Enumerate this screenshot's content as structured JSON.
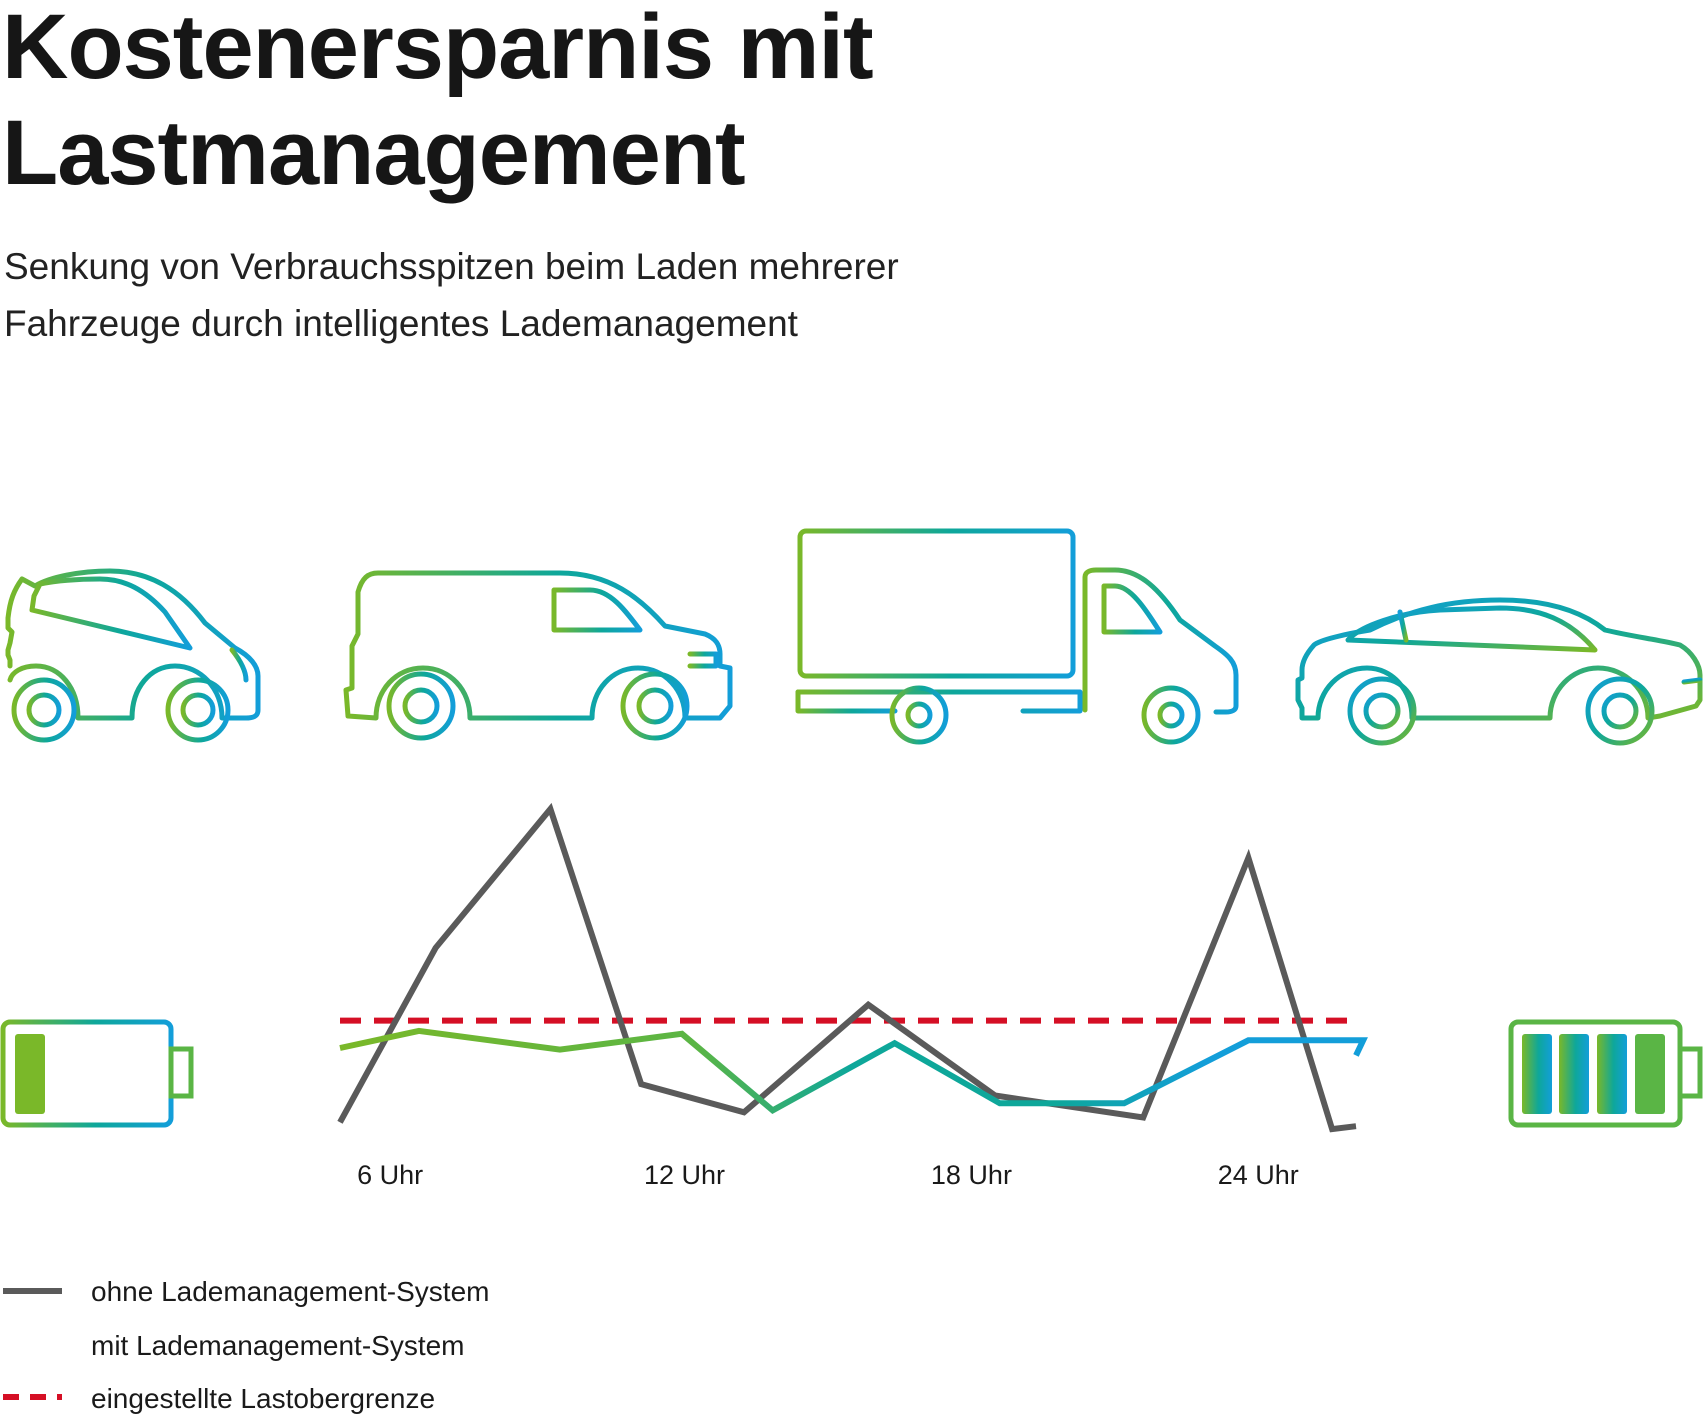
{
  "header": {
    "title_line1": "Kostenersparnis mit",
    "title_line2": "Lastmanagement",
    "subtitle_line1": "Senkung von Verbrauchsspitzen beim Laden mehrerer",
    "subtitle_line2": "Fahrzeuge durch intelligentes Lademanagement"
  },
  "icons": [
    "small-car-icon",
    "van-icon",
    "truck-icon",
    "sedan-icon",
    "battery-low-icon",
    "battery-full-icon"
  ],
  "colors": {
    "grey_line": "#5a5a5a",
    "green": "#7ab829",
    "teal": "#0ea79a",
    "blue": "#139ed9",
    "red_limit": "#d50f25"
  },
  "legend": [
    {
      "label": "ohne Lademanagement-System",
      "style": "solid-grey"
    },
    {
      "label": "mit Lademanagement-System",
      "style": "solid-gradient"
    },
    {
      "label": "eingestellte Lastobergrenze",
      "style": "dashed-red"
    }
  ],
  "chart_data": {
    "type": "line",
    "title": "",
    "xlabel": "",
    "ylabel": "",
    "x_ticks": [
      {
        "x": 6,
        "label": "6 Uhr"
      },
      {
        "x": 12,
        "label": "12 Uhr"
      },
      {
        "x": 18,
        "label": "18 Uhr"
      },
      {
        "x": 24,
        "label": "24 Uhr"
      }
    ],
    "xlim": [
      5.6,
      26.85
    ],
    "ylim": [
      0,
      100
    ],
    "grid": false,
    "legend_position": "bottom-left",
    "limit_line": {
      "name": "eingestellte Lastobergrenze",
      "y": 34.5
    },
    "series": [
      {
        "name": "ohne Lademanagement-System",
        "points": [
          [
            5.6,
            3.0
          ],
          [
            7.6,
            57.0
          ],
          [
            10.0,
            100.0
          ],
          [
            11.9,
            14.8
          ],
          [
            14.05,
            6.1
          ],
          [
            16.65,
            39.4
          ],
          [
            19.3,
            11.3
          ],
          [
            22.4,
            4.5
          ],
          [
            24.6,
            84.9
          ],
          [
            26.35,
            0.9
          ],
          [
            26.85,
            1.8
          ]
        ]
      },
      {
        "name": "mit Lademanagement-System",
        "points": [
          [
            5.6,
            26.0
          ],
          [
            7.25,
            31.3
          ],
          [
            10.2,
            25.5
          ],
          [
            12.75,
            30.4
          ],
          [
            14.65,
            6.7
          ],
          [
            17.2,
            27.5
          ],
          [
            19.4,
            8.9
          ],
          [
            22.0,
            8.9
          ],
          [
            24.6,
            28.4
          ],
          [
            27.0,
            28.4
          ],
          [
            26.85,
            23.7
          ]
        ]
      }
    ]
  }
}
